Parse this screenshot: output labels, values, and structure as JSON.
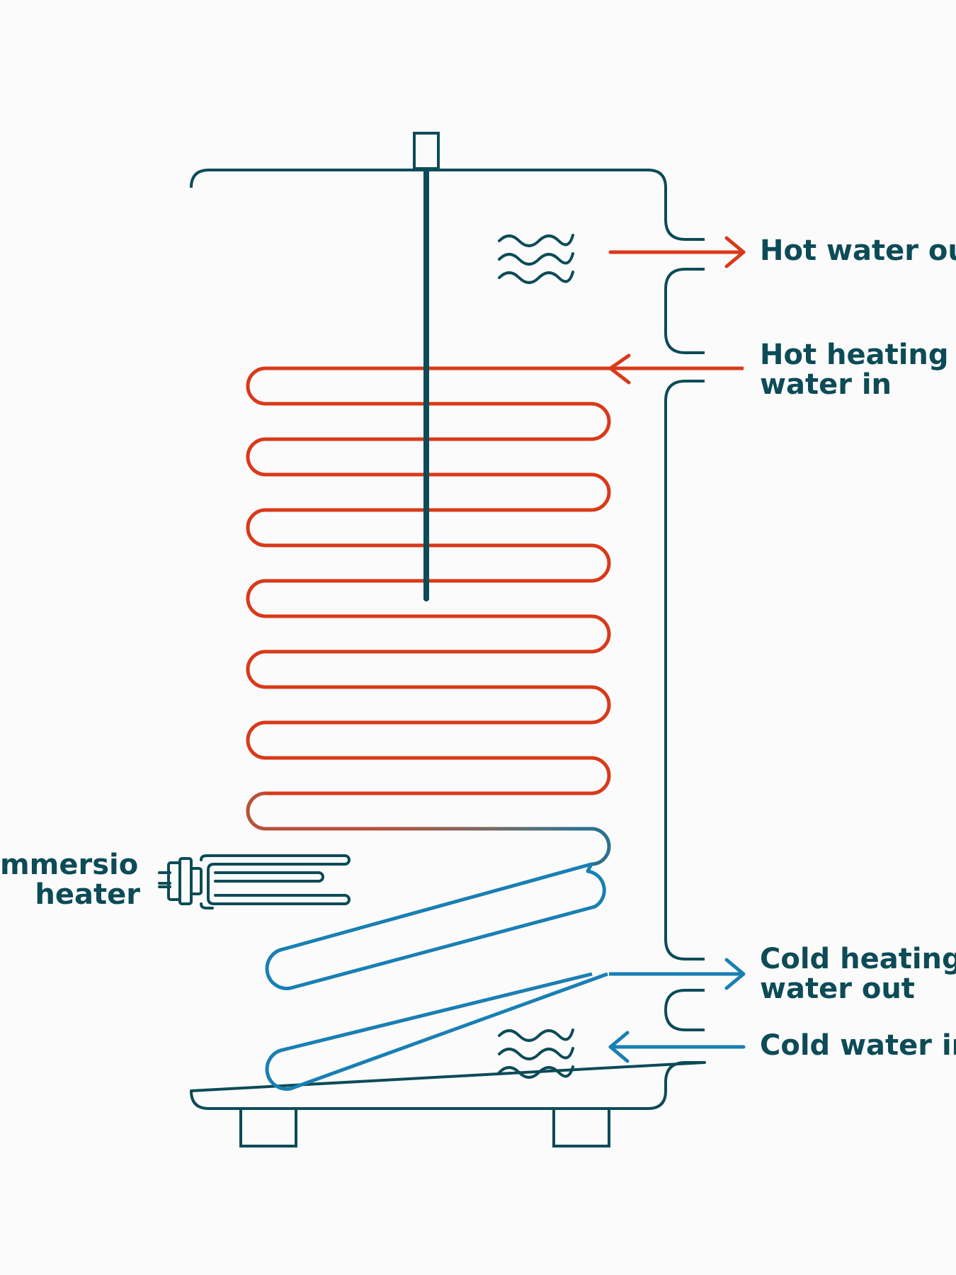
{
  "labels": {
    "hot_water_out": "Hot water out",
    "hot_heating_water_in_line1": "Hot heating",
    "hot_heating_water_in_line2": "water in",
    "cold_heating_water_out_line1": "Cold heating",
    "cold_heating_water_out_line2": "water out",
    "cold_water_in": "Cold water in",
    "immersion_heater_line1": "mmersion",
    "immersion_heater_line2": "heater"
  },
  "colors": {
    "outline": "#0c4b57",
    "hot": "#d9391a",
    "cold": "#1a7fb3",
    "background": "#fbfbfb",
    "text": "#0c4b57"
  },
  "icons": {
    "hot_water_waves": "wavy-water-icon",
    "cold_water_waves": "wavy-water-icon",
    "hot_out_arrow": "arrow-right-icon",
    "hot_in_arrow": "arrow-left-icon",
    "cold_out_arrow": "arrow-right-icon",
    "cold_in_arrow": "arrow-left-icon"
  }
}
